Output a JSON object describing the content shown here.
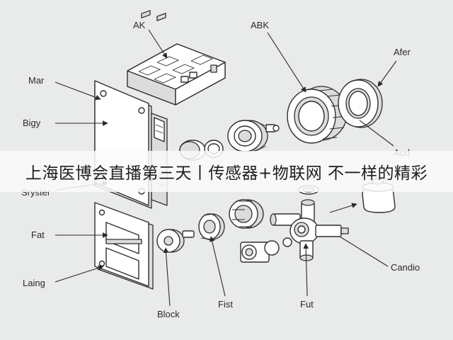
{
  "banner": {
    "title": "上海医博会直播第三天丨传感器+物联网 不一样的精彩"
  },
  "labels": {
    "ak": "AK",
    "abk": "ABK",
    "afer": "Afer",
    "mar": "Mar",
    "bigy": "Bigy",
    "aud": "Aud",
    "sryster": "Sryster",
    "fat": "Fat",
    "laing": "Laing",
    "block": "Block",
    "fist": "Fist",
    "fut": "Fut",
    "candio": "Candio"
  }
}
